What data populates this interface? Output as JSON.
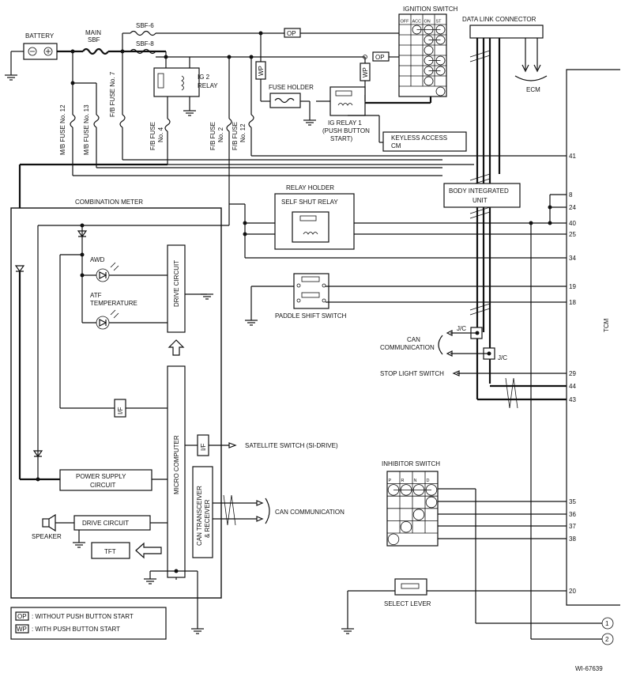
{
  "labels": {
    "battery": "BATTERY",
    "main_sbf_1": "MAIN",
    "main_sbf_2": "SBF",
    "sbf6": "SBF-6",
    "sbf8": "SBF-8",
    "ignition_switch": "IGNITION SWITCH",
    "ign_cols": [
      "OFF",
      "ACC",
      "ON",
      "ST"
    ],
    "data_link_connector": "DATA LINK CONNECTOR",
    "ecm": "ECM",
    "op": "OP",
    "wp": "WP",
    "ig2_relay_1": "IG 2",
    "ig2_relay_2": "RELAY",
    "fuse_holder": "FUSE HOLDER",
    "ig_relay1_1": "IG RELAY 1",
    "ig_relay1_2": "(PUSH BUTTON",
    "ig_relay1_3": "START)",
    "keyless_1": "KEYLESS ACCESS",
    "keyless_2": "CM",
    "mb_fuse_12": "M/B FUSE No. 12",
    "mb_fuse_13": "M/B FUSE No. 13",
    "fb_fuse_7": "F/B FUSE No. 7",
    "fb_fuse_4_1": "F/B FUSE",
    "fb_fuse_4_2": "No. 4",
    "fb_fuse_2_1": "F/B FUSE",
    "fb_fuse_2_2": "No. 2",
    "fb_fuse_12_1": "F/B FUSE",
    "fb_fuse_12_2": "No. 12",
    "combination_meter": "COMBINATION METER",
    "relay_holder": "RELAY HOLDER",
    "self_shut_relay": "SELF SHUT RELAY",
    "body_integrated_1": "BODY INTEGRATED",
    "body_integrated_2": "UNIT",
    "awd": "AWD",
    "atf_1": "ATF",
    "atf_2": "TEMPERATURE",
    "drive_circuit_v": "DRIVE CIRCUIT",
    "paddle_shift": "PADDLE SHIFT SWITCH",
    "can_comm_1": "CAN",
    "can_comm_2": "COMMUNICATION",
    "jc": "J/C",
    "stop_light": "STOP LIGHT SWITCH",
    "tcm": "TCM",
    "if_label": "I/F",
    "micro_computer": "MICRO COMPUTER",
    "satellite_switch": "SATELLITE SWITCH (SI-DRIVE)",
    "power_supply_1": "POWER SUPPLY",
    "power_supply_2": "CIRCUIT",
    "can_transceiver_1": "CAN TRANSCEIVER",
    "can_transceiver_2": "& RECEIVER",
    "can_communication": "CAN COMMUNICATION",
    "speaker": "SPEAKER",
    "drive_circuit": "DRIVE CIRCUIT",
    "tft": "TFT",
    "inhibitor_switch": "INHIBITOR SWITCH",
    "inh_cols": [
      "P",
      "R",
      "N",
      "D"
    ],
    "select_lever": "SELECT LEVER",
    "legend_op_desc": ": WITHOUT PUSH BUTTON START",
    "legend_wp_desc": ": WITH PUSH BUTTON START",
    "figure_id": "WI-67639"
  },
  "tcm_pins": [
    "41",
    "8",
    "24",
    "40",
    "25",
    "34",
    "19",
    "18",
    "29",
    "44",
    "43",
    "35",
    "36",
    "37",
    "38",
    "20"
  ],
  "connectors": [
    "1",
    "2"
  ],
  "ignition_contacts": [
    {
      "row": 0,
      "cols": [
        1,
        2,
        3
      ]
    },
    {
      "row": 1,
      "cols": [
        2,
        3
      ]
    },
    {
      "row": 2,
      "cols": [
        2
      ]
    },
    {
      "row": 3,
      "cols": [
        2,
        3
      ]
    },
    {
      "row": 4,
      "cols": [
        2,
        3
      ]
    },
    {
      "row": 5,
      "cols": [
        2
      ]
    },
    {
      "row": 6,
      "cols": [
        3
      ]
    }
  ],
  "inhibitor_contacts": [
    {
      "row": 0,
      "cols": [
        0,
        1,
        2,
        3
      ]
    },
    {
      "row": 1,
      "cols": [
        3
      ]
    },
    {
      "row": 2,
      "cols": [
        2
      ]
    },
    {
      "row": 3,
      "cols": [
        1
      ]
    },
    {
      "row": 4,
      "cols": [
        0
      ]
    }
  ]
}
